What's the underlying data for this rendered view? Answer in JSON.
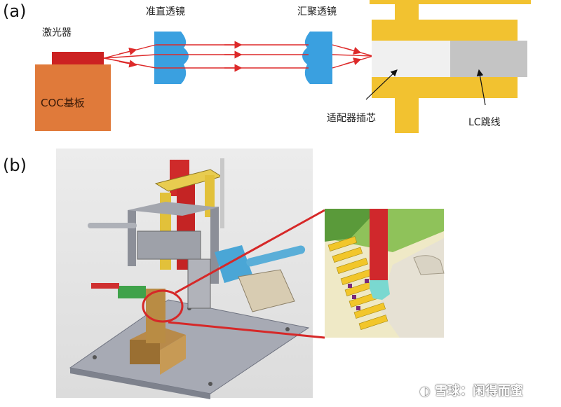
{
  "panel_a": {
    "tag": "(a)",
    "laser_label": "激光器",
    "coc_label": "COC基板",
    "collimating_lens_label": "准直透镜",
    "focusing_lens_label": "汇聚透镜",
    "ferrule_label": "适配器插芯",
    "lc_label": "LC跳线",
    "colors": {
      "laser": "#cc2222",
      "coc": "#e07a3a",
      "lens": "#3aa0e0",
      "adapter": "#f2c230",
      "ferrule": "#f0f0f0",
      "lc": "#c4c4c4",
      "beam": "#dd2a2a"
    }
  },
  "panel_b": {
    "tag": "(b)"
  },
  "watermark": {
    "icon": "snowball-logo-icon",
    "text": "雪球：闲得而蜜"
  }
}
